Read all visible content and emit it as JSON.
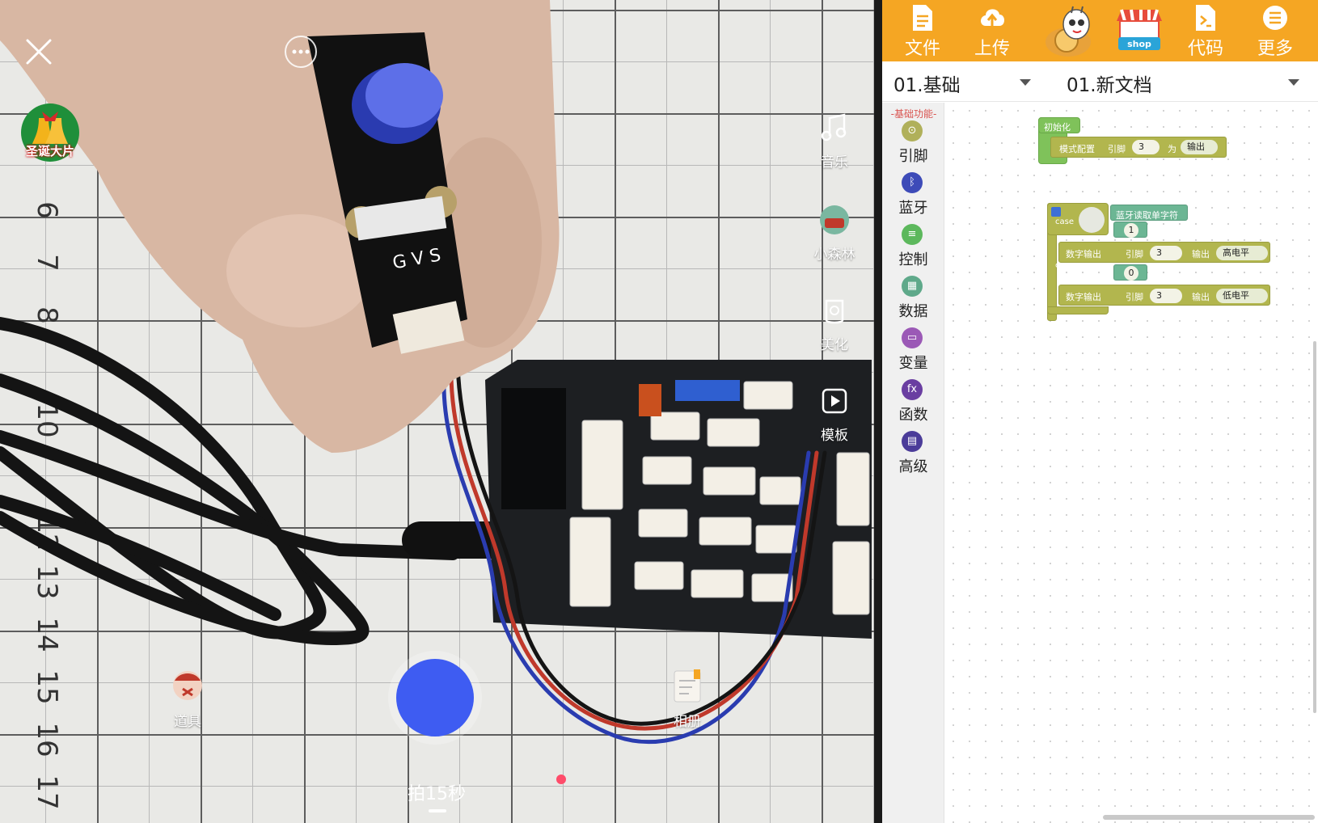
{
  "camera": {
    "ruler_numbers": [
      "6",
      "7",
      "8",
      "10",
      "12",
      "13",
      "14",
      "15",
      "16",
      "17"
    ],
    "badge_text": "圣诞大片",
    "side_controls": [
      {
        "id": "music",
        "label": "音乐"
      },
      {
        "id": "xiaosenlin",
        "label": "小森林"
      },
      {
        "id": "beautify",
        "label": "美化"
      },
      {
        "id": "template",
        "label": "模板"
      }
    ],
    "props_label": "道具",
    "album_label": "相册",
    "record_label": "拍15秒",
    "module_silkscreen": "G V S",
    "accent_color": "#3e5cf2"
  },
  "app": {
    "toolbar": {
      "background": "#f5a623",
      "items": [
        {
          "id": "file",
          "label": "文件",
          "icon": "file-icon"
        },
        {
          "id": "upload",
          "label": "上传",
          "icon": "cloud-upload-icon"
        },
        {
          "id": "code",
          "label": "代码",
          "icon": "code-file-icon"
        },
        {
          "id": "more",
          "label": "更多",
          "icon": "menu-icon"
        }
      ],
      "shop_label": "shop"
    },
    "selectors": {
      "category": "01.基础",
      "document": "01.新文档"
    },
    "palette": {
      "header": "-基础功能-",
      "categories": [
        {
          "label": "引脚",
          "color": "#b0b05a",
          "glyph": "⊙"
        },
        {
          "label": "蓝牙",
          "color": "#3d4bb8",
          "glyph": "ᛒ"
        },
        {
          "label": "控制",
          "color": "#5cb85c",
          "glyph": "≡"
        },
        {
          "label": "数据",
          "color": "#5fa98a",
          "glyph": "▦"
        },
        {
          "label": "变量",
          "color": "#9b59b6",
          "glyph": "▭"
        },
        {
          "label": "函数",
          "color": "#6a3ea1",
          "glyph": "fx"
        },
        {
          "label": "高级",
          "color": "#4b3c99",
          "glyph": "▤"
        }
      ]
    },
    "blocks": {
      "setup": {
        "title": "初始化",
        "mode_label": "模式配置",
        "pin_label": "引脚",
        "pin_value": "3",
        "as_label": "为",
        "mode_value": "输出"
      },
      "bluetooth": {
        "title": "蓝牙读取单字符",
        "cases": [
          {
            "case_label": "case",
            "char_value": "1",
            "action_label": "数字输出",
            "pin_label": "引脚",
            "pin_value": "3",
            "output_label": "输出",
            "level_value": "高电平"
          },
          {
            "case_label": "case",
            "char_value": "0",
            "action_label": "数字输出",
            "pin_label": "引脚",
            "pin_value": "3",
            "output_label": "输出",
            "level_value": "低电平"
          }
        ]
      }
    }
  }
}
